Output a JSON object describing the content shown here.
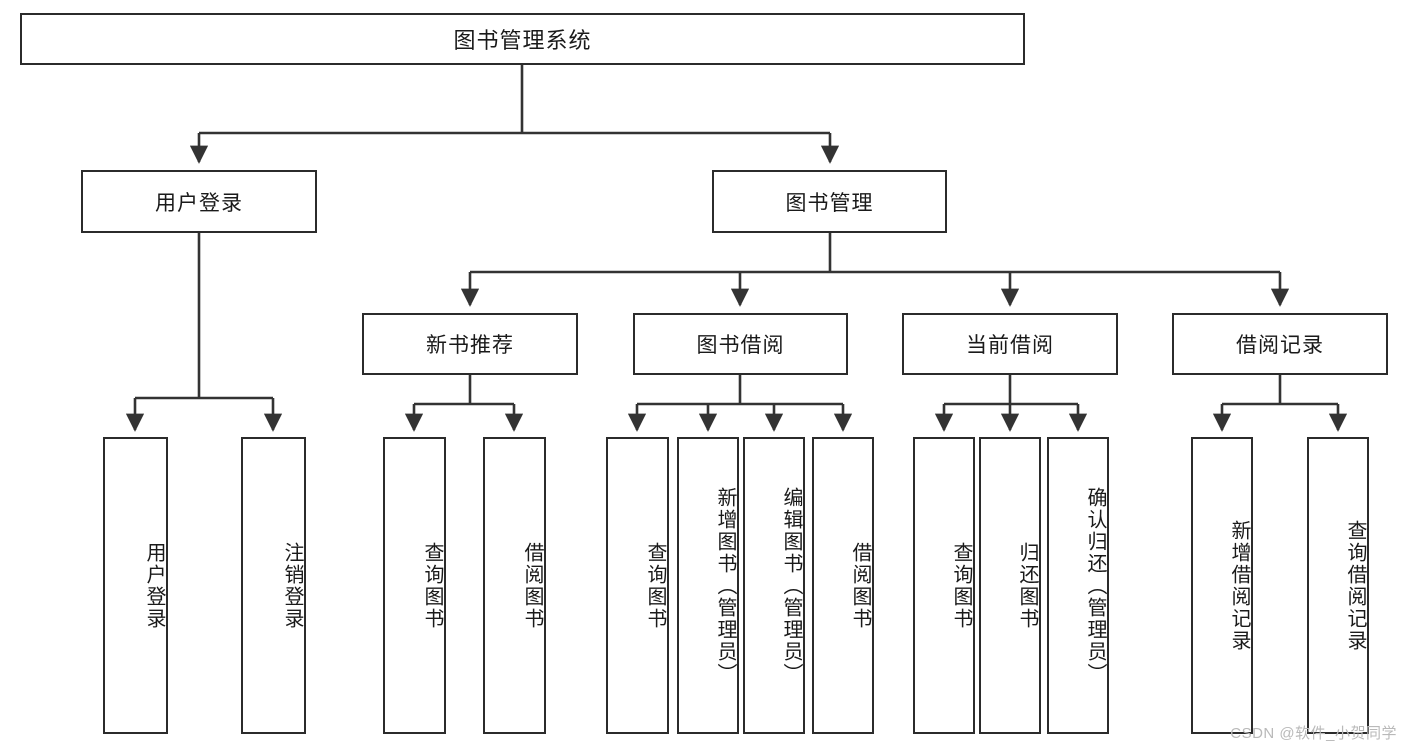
{
  "diagram": {
    "title": "图书管理系统",
    "type": "hierarchy-tree",
    "root": {
      "label": "图书管理系统"
    },
    "level2": [
      {
        "label": "用户登录"
      },
      {
        "label": "图书管理"
      }
    ],
    "level3": [
      {
        "label": "新书推荐"
      },
      {
        "label": "图书借阅"
      },
      {
        "label": "当前借阅"
      },
      {
        "label": "借阅记录"
      }
    ],
    "leaves": {
      "user_login": [
        {
          "label": "用户登录"
        },
        {
          "label": "注销登录"
        }
      ],
      "new_book_recommend": [
        {
          "label": "查询图书"
        },
        {
          "label": "借阅图书"
        }
      ],
      "book_borrow": [
        {
          "label": "查询图书"
        },
        {
          "label": "新增图书（管理员）"
        },
        {
          "label": "编辑图书（管理员）"
        },
        {
          "label": "借阅图书"
        }
      ],
      "current_borrow": [
        {
          "label": "查询图书"
        },
        {
          "label": "归还图书"
        },
        {
          "label": "确认归还（管理员）"
        }
      ],
      "borrow_record": [
        {
          "label": "新增借阅记录"
        },
        {
          "label": "查询借阅记录"
        }
      ]
    }
  },
  "watermark": {
    "text": "CSDN @软件_小贺同学"
  },
  "colors": {
    "box_border": "#2b2b2b",
    "box_fill": "#ffffff",
    "text": "#1a1a1a",
    "edge": "#333333",
    "watermark": "#b9b9b9"
  }
}
